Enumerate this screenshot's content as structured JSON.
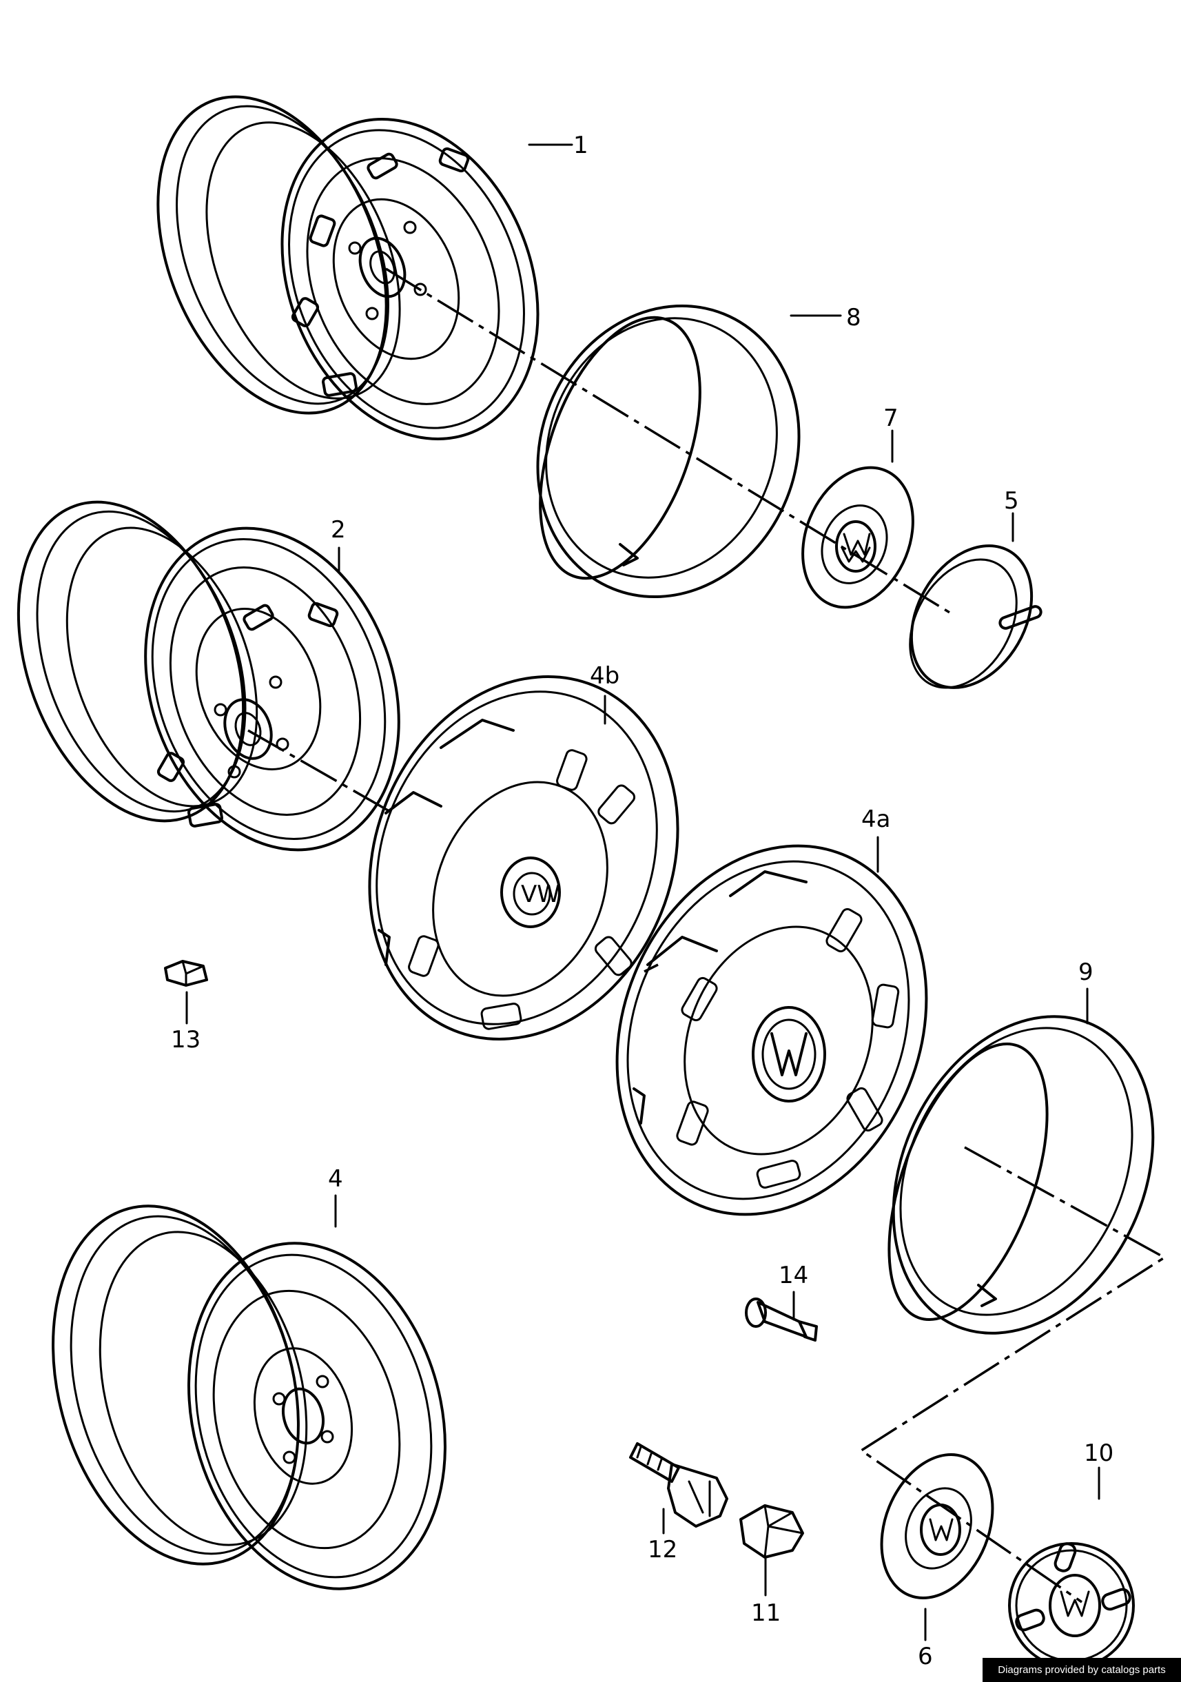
{
  "callouts": {
    "c1": "1",
    "c2": "2",
    "c4": "4",
    "c4a": "4a",
    "c4b": "4b",
    "c5": "5",
    "c6": "6",
    "c7": "7",
    "c8": "8",
    "c9": "9",
    "c10": "10",
    "c11": "11",
    "c12": "12",
    "c13": "13",
    "c14": "14"
  },
  "footer": {
    "credit": "Diagrams provided by catalogs parts"
  }
}
